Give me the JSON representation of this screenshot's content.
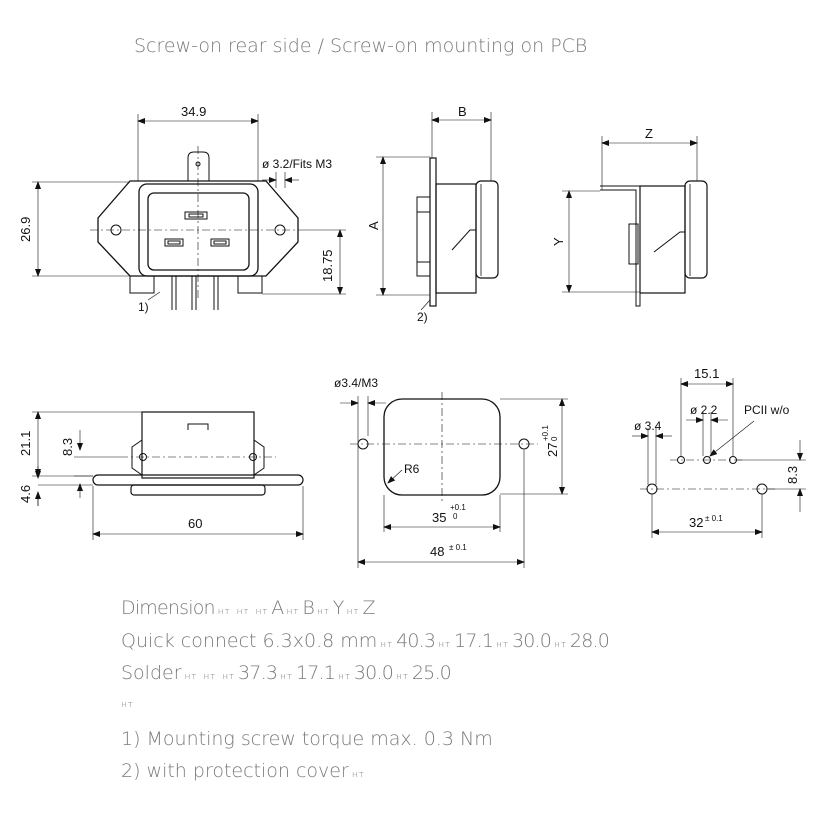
{
  "title": "Screw-on rear side / Screw-on mounting on PCB",
  "dims": {
    "front_width": "34.9",
    "hole_note": "ø 3.2/Fits M3",
    "front_height": "26.9",
    "front_half": "18.75",
    "side_B": "B",
    "side_A": "A",
    "side_Z": "Z",
    "side_Y": "Y",
    "note1": "1)",
    "note2": "2)",
    "bottom_height": "21.1",
    "bottom_mid": "8.3",
    "bottom_flange": "4.6",
    "bottom_width": "60",
    "cut_hole": "ø3.4/M3",
    "cut_radius": "R6",
    "cut_height": "27",
    "cut_height_tol_top": "+0.1",
    "cut_height_tol_bot": "0",
    "cut_inner": "35",
    "cut_inner_tol_top": "+0.1",
    "cut_inner_tol_bot": "0",
    "cut_outer": "48",
    "cut_outer_tol": "± 0.1",
    "pcb_spacing": "15.1",
    "pcb_d22": "ø 2.2",
    "pcb_d34": "ø 3.4",
    "pcb_pcii": "PCII w/o",
    "pcb_height": "8.3",
    "pcb_width": "32",
    "pcb_width_tol": "± 0.1"
  },
  "table": {
    "row1": {
      "label": "Dimension",
      "sep": "нт",
      "a": "A",
      "b": "B",
      "y": "Y",
      "z": "Z"
    },
    "row2": {
      "label": "Quick connect 6.3x0.8 mm",
      "a": "40.3",
      "b": "17.1",
      "y": "30.0",
      "z": "28.0"
    },
    "row3": {
      "label": "Solder",
      "a": "37.3",
      "b": "17.1",
      "y": "30.0",
      "z": "25.0"
    },
    "blank": "нт"
  },
  "notes": {
    "n1": "1) Mounting screw torque max. 0.3 Nm",
    "n2": "2) with protection cover"
  }
}
